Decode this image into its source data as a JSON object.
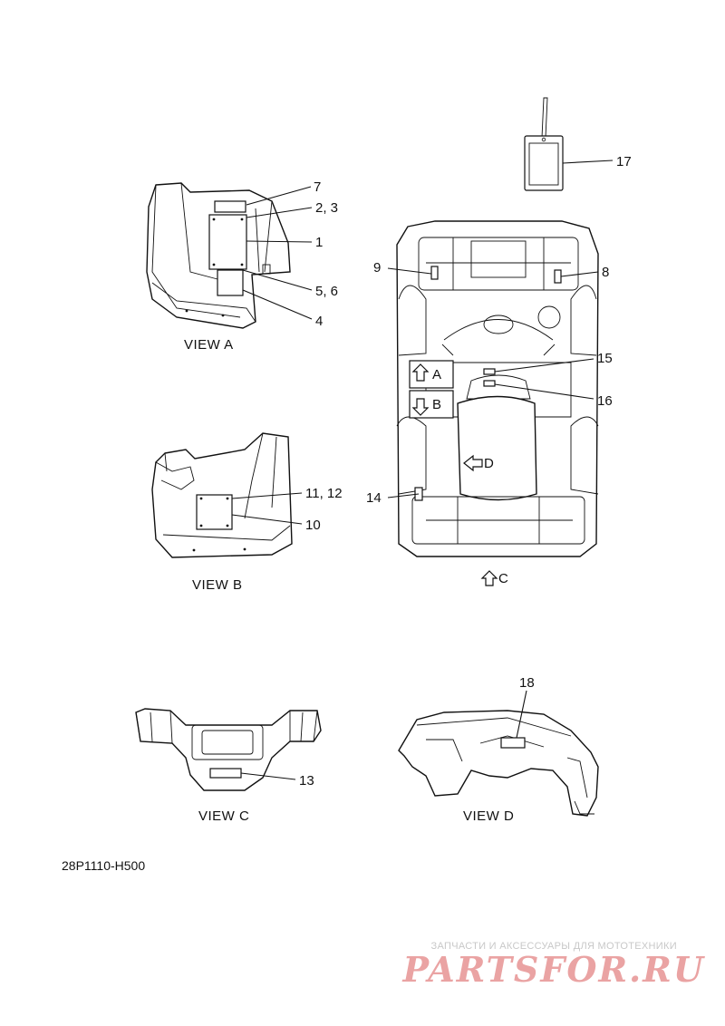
{
  "callouts": {
    "c1": "1",
    "c2_3": "2, 3",
    "c4": "4",
    "c5_6": "5, 6",
    "c7": "7",
    "c8": "8",
    "c9": "9",
    "c10": "10",
    "c11_12": "11, 12",
    "c13": "13",
    "c14": "14",
    "c15": "15",
    "c16": "16",
    "c17": "17",
    "c18": "18"
  },
  "views": {
    "a": "VIEW A",
    "b": "VIEW B",
    "c": "VIEW C",
    "d": "VIEW D"
  },
  "arrows": {
    "a": "A",
    "b": "B",
    "c": "C",
    "d": "D"
  },
  "drawing_number": "28P1110-H500",
  "watermark": {
    "subtitle": "ЗАПЧАСТИ И АКСЕССУАРЫ ДЛЯ МОТОТЕХНИКИ",
    "logo": "PARTSFOR.RU"
  }
}
